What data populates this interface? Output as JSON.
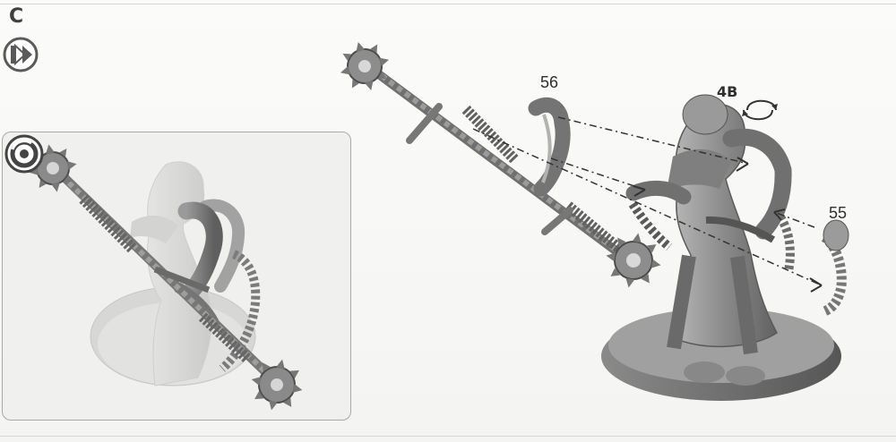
{
  "step": {
    "letter": "C"
  },
  "callouts": {
    "part_56": "56",
    "part_55": "55",
    "part_4b": "4B"
  },
  "icons": {
    "step_icon": "skip-forward-icon",
    "panel_icon": "view-rotate-icon",
    "rotate_icon": "rotate-arrows-icon"
  },
  "colors": {
    "background": "#f7f7f5",
    "panel_border": "#aaaaaa",
    "text": "#2f2f2f",
    "model_gray": "#8d8d8d",
    "light_model_gray": "#d6d6d6"
  }
}
